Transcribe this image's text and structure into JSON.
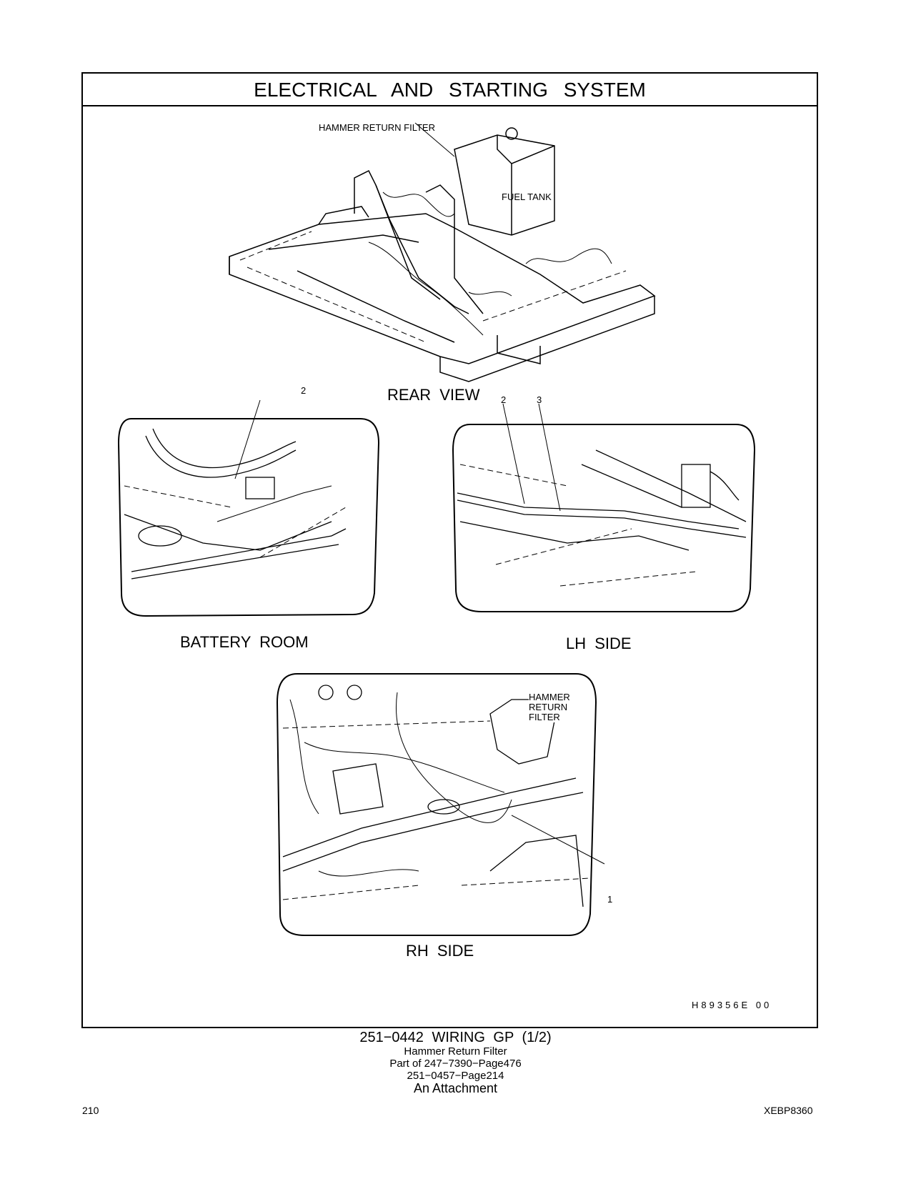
{
  "title": "ELECTRICAL AND STARTING SYSTEM",
  "views": {
    "rear": {
      "label": "REAR VIEW",
      "hammer_label": "HAMMER RETURN FILTER",
      "fuel_label": "FUEL TANK"
    },
    "battery": {
      "label": "BATTERY ROOM",
      "callouts": [
        "2"
      ]
    },
    "lh": {
      "label": "LH SIDE",
      "callouts": [
        "2",
        "3"
      ]
    },
    "rh": {
      "label": "RH SIDE",
      "callouts": [
        "1"
      ],
      "hammer_label": [
        "HAMMER",
        "RETURN",
        "FILTER"
      ]
    }
  },
  "figure_code": "H89356E 00",
  "caption": {
    "main": "251−0442 WIRING GP (1/2)",
    "lines": [
      "Hammer Return Filter",
      "Part of 247−7390−Page476",
      "251−0457−Page214"
    ],
    "last": "An Attachment"
  },
  "footer": {
    "page_number": "210",
    "doc_code": "XEBP8360"
  }
}
